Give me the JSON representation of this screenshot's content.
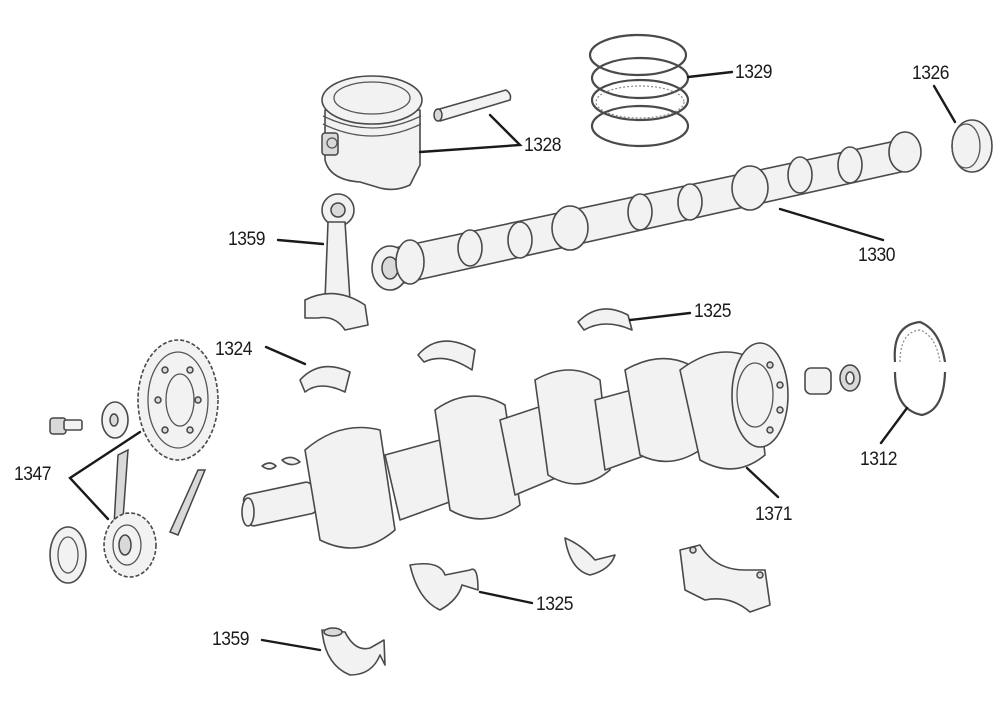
{
  "diagram": {
    "title": "Engine internals exploded view",
    "colors": {
      "ink": "#1a1a1a",
      "line": "#4a4a4a",
      "fill": "#f2f2f2",
      "background": "#ffffff"
    },
    "callouts": [
      {
        "id": "c1328",
        "label": "1328",
        "part": "piston-and-wrist-pin"
      },
      {
        "id": "c1329",
        "label": "1329",
        "part": "piston-rings"
      },
      {
        "id": "c1326",
        "label": "1326",
        "part": "camshaft-bearing"
      },
      {
        "id": "c1330",
        "label": "1330",
        "part": "camshaft"
      },
      {
        "id": "c1359a",
        "label": "1359",
        "part": "connecting-rod"
      },
      {
        "id": "c1325a",
        "label": "1325",
        "part": "main-bearing-upper"
      },
      {
        "id": "c1324",
        "label": "1324",
        "part": "connecting-rod-bearing"
      },
      {
        "id": "c1312",
        "label": "1312",
        "part": "rear-main-seal"
      },
      {
        "id": "c1347",
        "label": "1347",
        "part": "timing-gears-and-chain"
      },
      {
        "id": "c1371",
        "label": "1371",
        "part": "crankshaft"
      },
      {
        "id": "c1325b",
        "label": "1325",
        "part": "main-bearing-lower"
      },
      {
        "id": "c1359b",
        "label": "1359",
        "part": "connecting-rod-cap"
      }
    ]
  }
}
